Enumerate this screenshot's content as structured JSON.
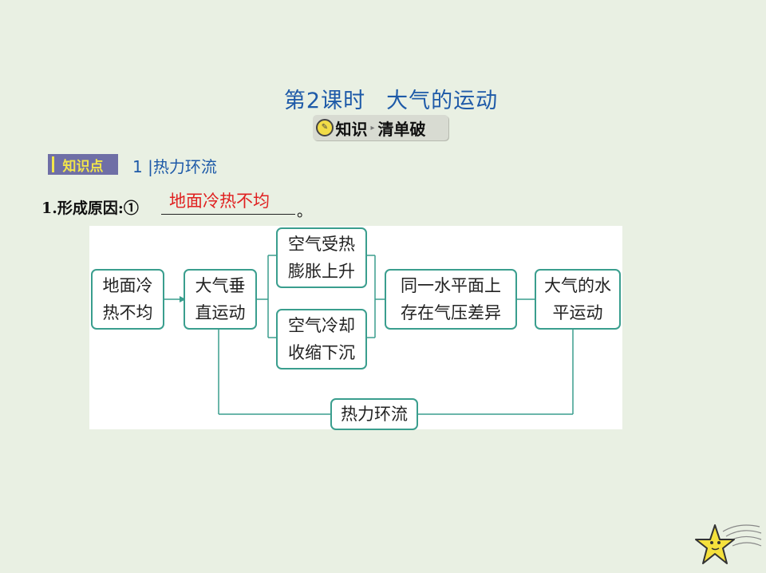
{
  "header": {
    "title_part1": "第2课时",
    "title_part2": "大气的运动",
    "badge_left": "知识",
    "badge_right": "清单破"
  },
  "knowledge_point": {
    "tag": "知识点",
    "title": "1 |热力环流"
  },
  "question": {
    "prompt": "1.形成原因:①",
    "answer": "地面冷热不均",
    "end": "。"
  },
  "diagram": {
    "box1": [
      "地面冷",
      "热不均"
    ],
    "box2": [
      "大气垂",
      "直运动"
    ],
    "box3": [
      "空气受热",
      "膨胀上升"
    ],
    "box4": [
      "空气冷却",
      "收缩下沉"
    ],
    "box5": [
      "同一水平面上",
      "存在气压差异"
    ],
    "box6": [
      "大气的水",
      "平运动"
    ],
    "box7": "热力环流"
  },
  "colors": {
    "title": "#1e5aa8",
    "answer": "#e02020",
    "box_border": "#3a9e8e",
    "tag_bg": "#6f6fa6",
    "tag_text": "#f2e64a"
  },
  "icons": [
    "lightbulb-icon",
    "star-mascot-icon"
  ]
}
